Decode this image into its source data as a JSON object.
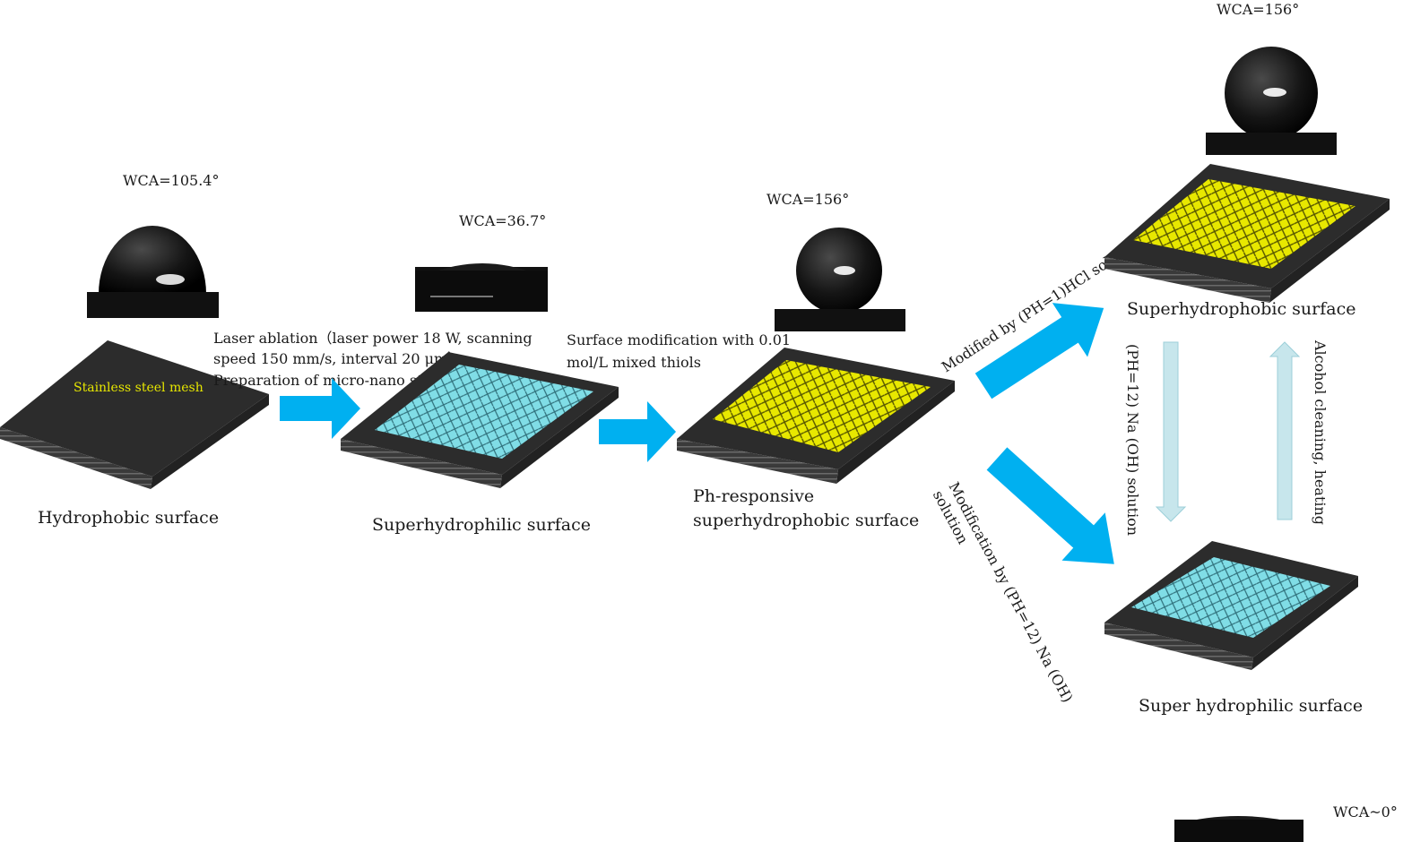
{
  "stages": {
    "hydrophobic": {
      "wca": "WCA=105.4°",
      "caption": "Hydrophobic surface",
      "mesh_label": "Stainless steel mesh"
    },
    "superhydrophilic": {
      "wca": "WCA=36.7°",
      "caption": "Superhydrophilic surface"
    },
    "ph_responsive": {
      "wca": "WCA=156°",
      "caption_line1": "Ph-responsive",
      "caption_line2": "superhydrophobic surface"
    },
    "superhydrophobic": {
      "wca": "WCA=156°",
      "caption": "Superhydrophobic surface"
    },
    "super_hydrophilic_final": {
      "wca": "WCA~0°",
      "caption": "Super hydrophilic surface"
    }
  },
  "steps": {
    "laser": {
      "line1": "Laser ablation（laser power 18 W, scanning",
      "line2": "speed 150 mm/s, interval 20 μm）",
      "line3": "Preparation of micro-nano structures"
    },
    "modification": {
      "line1": "Surface modification with 0.01",
      "line2": "mol/L mixed thiols"
    },
    "hcl": "Modified by (PH=1)HCl solution",
    "naoh_line1": "Modification by (PH=12) Na (OH)",
    "naoh_line2": "solution",
    "naoh_switch": "(PH=12) Na (OH) solution",
    "alcohol": "Alcohol cleaning, heating"
  },
  "colors": {
    "arrow_blue": "#00b0f0",
    "arrow_light": "#c7e6ec",
    "yellow_mesh": "#e8e800",
    "cyan_mesh": "#7fe0e8",
    "steel": "#3a3a3a"
  }
}
